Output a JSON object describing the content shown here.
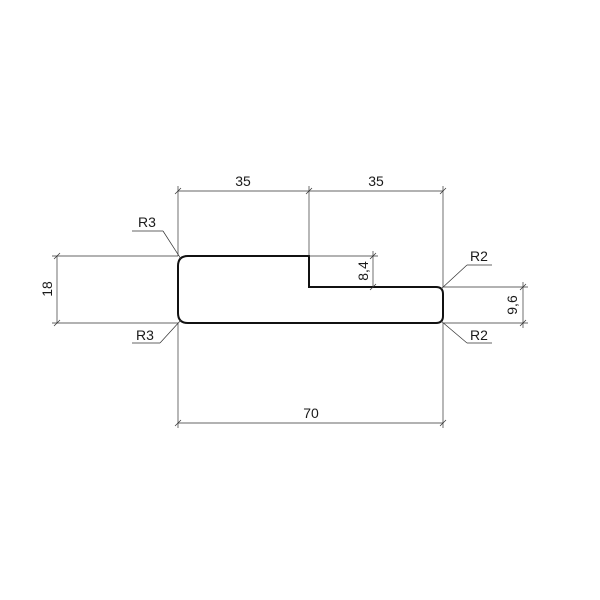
{
  "drawing": {
    "profile_name": "profile-outline",
    "dimensions": {
      "top_left_width": "35",
      "top_right_width": "35",
      "total_width": "70",
      "left_height": "18",
      "step_height": "8,4",
      "right_height": "9,6"
    },
    "radii": {
      "top_left": "R3",
      "bottom_left": "R3",
      "top_right": "R2",
      "bottom_right": "R2"
    },
    "colors": {
      "line": "#111111",
      "dimension_line": "#333333",
      "background": "#ffffff"
    }
  }
}
